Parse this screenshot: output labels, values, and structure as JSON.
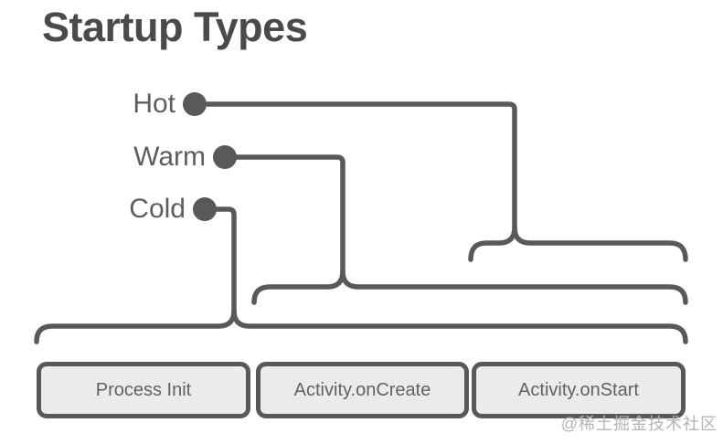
{
  "title": "Startup Types",
  "diagram": {
    "startup_types": [
      {
        "label": "Hot",
        "spans": [
          "Activity.onStart"
        ]
      },
      {
        "label": "Warm",
        "spans": [
          "Activity.onCreate",
          "Activity.onStart"
        ]
      },
      {
        "label": "Cold",
        "spans": [
          "Process Init",
          "Activity.onCreate",
          "Activity.onStart"
        ]
      }
    ],
    "phases": [
      {
        "label": "Process Init"
      },
      {
        "label": "Activity.onCreate"
      },
      {
        "label": "Activity.onStart"
      }
    ]
  },
  "colors": {
    "background": "#ffffff",
    "line": "#58595b",
    "title_text": "#4a4a4c",
    "label_text": "#5c5d5f",
    "box_border": "#57585a",
    "box_fill": "#ebebeb",
    "box_text": "#5f6164",
    "watermark_text": "#b5b5b5"
  },
  "watermark": "@稀土掘金技术社区"
}
